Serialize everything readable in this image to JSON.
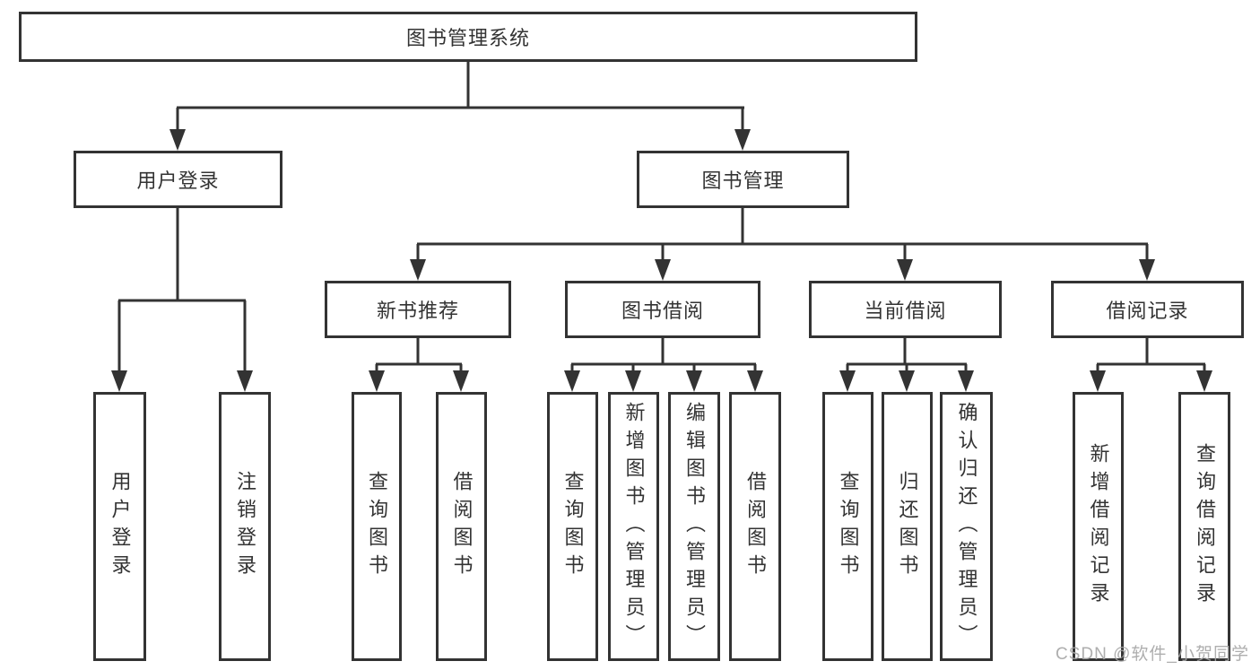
{
  "nodes": {
    "root": {
      "label": "图书管理系统"
    },
    "user_login": {
      "label": "用户登录"
    },
    "book_management": {
      "label": "图书管理"
    },
    "new_book_recommend": {
      "label": "新书推荐"
    },
    "book_borrowing": {
      "label": "图书借阅"
    },
    "current_borrowing": {
      "label": "当前借阅"
    },
    "borrowing_records": {
      "label": "借阅记录"
    },
    "leaf_user_login": {
      "label": "用户登录"
    },
    "leaf_logout": {
      "label": "注销登录"
    },
    "leaf_nb_query_books": {
      "label": "查询图书"
    },
    "leaf_nb_borrow_books": {
      "label": "借阅图书"
    },
    "leaf_bb_query_books": {
      "label": "查询图书"
    },
    "leaf_bb_add_books": {
      "label": "新增图书（管理员）"
    },
    "leaf_bb_edit_books": {
      "label": "编辑图书（管理员）"
    },
    "leaf_bb_borrow_books": {
      "label": "借阅图书"
    },
    "leaf_cb_query_books": {
      "label": "查询图书"
    },
    "leaf_cb_return_books": {
      "label": "归还图书"
    },
    "leaf_cb_confirm_return": {
      "label": "确认归还（管理员）"
    },
    "leaf_br_add_record": {
      "label": "新增借阅记录"
    },
    "leaf_br_query_record": {
      "label": "查询借阅记录"
    }
  },
  "watermark": {
    "text": "CSDN @软件_小贺同学"
  },
  "colors": {
    "line": "#333333",
    "text": "#333333",
    "background": "#ffffff",
    "watermark": "#a5a5a5"
  }
}
